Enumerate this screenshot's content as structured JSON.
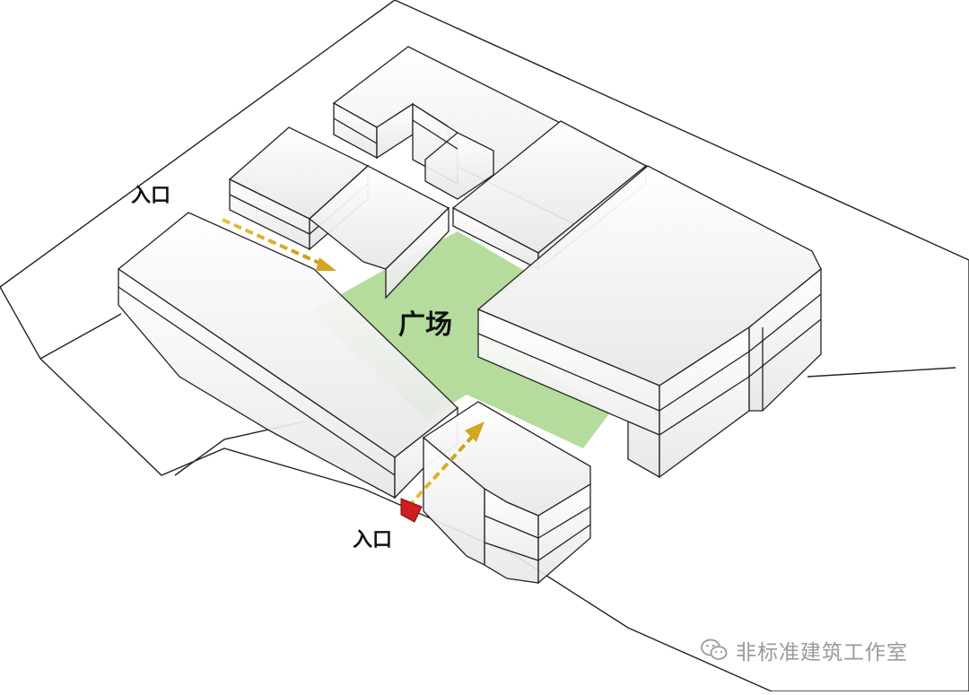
{
  "labels": {
    "entrance_top": "入口",
    "entrance_bottom": "入口",
    "plaza": "广场"
  },
  "watermark": {
    "icon": "wechat-icon",
    "text": "非标准建筑工作室"
  },
  "colors": {
    "plaza": "#b5dc9c",
    "arrow": "#d4a520",
    "entrance_marker": "#cc1f1f",
    "outline": "#222222"
  }
}
